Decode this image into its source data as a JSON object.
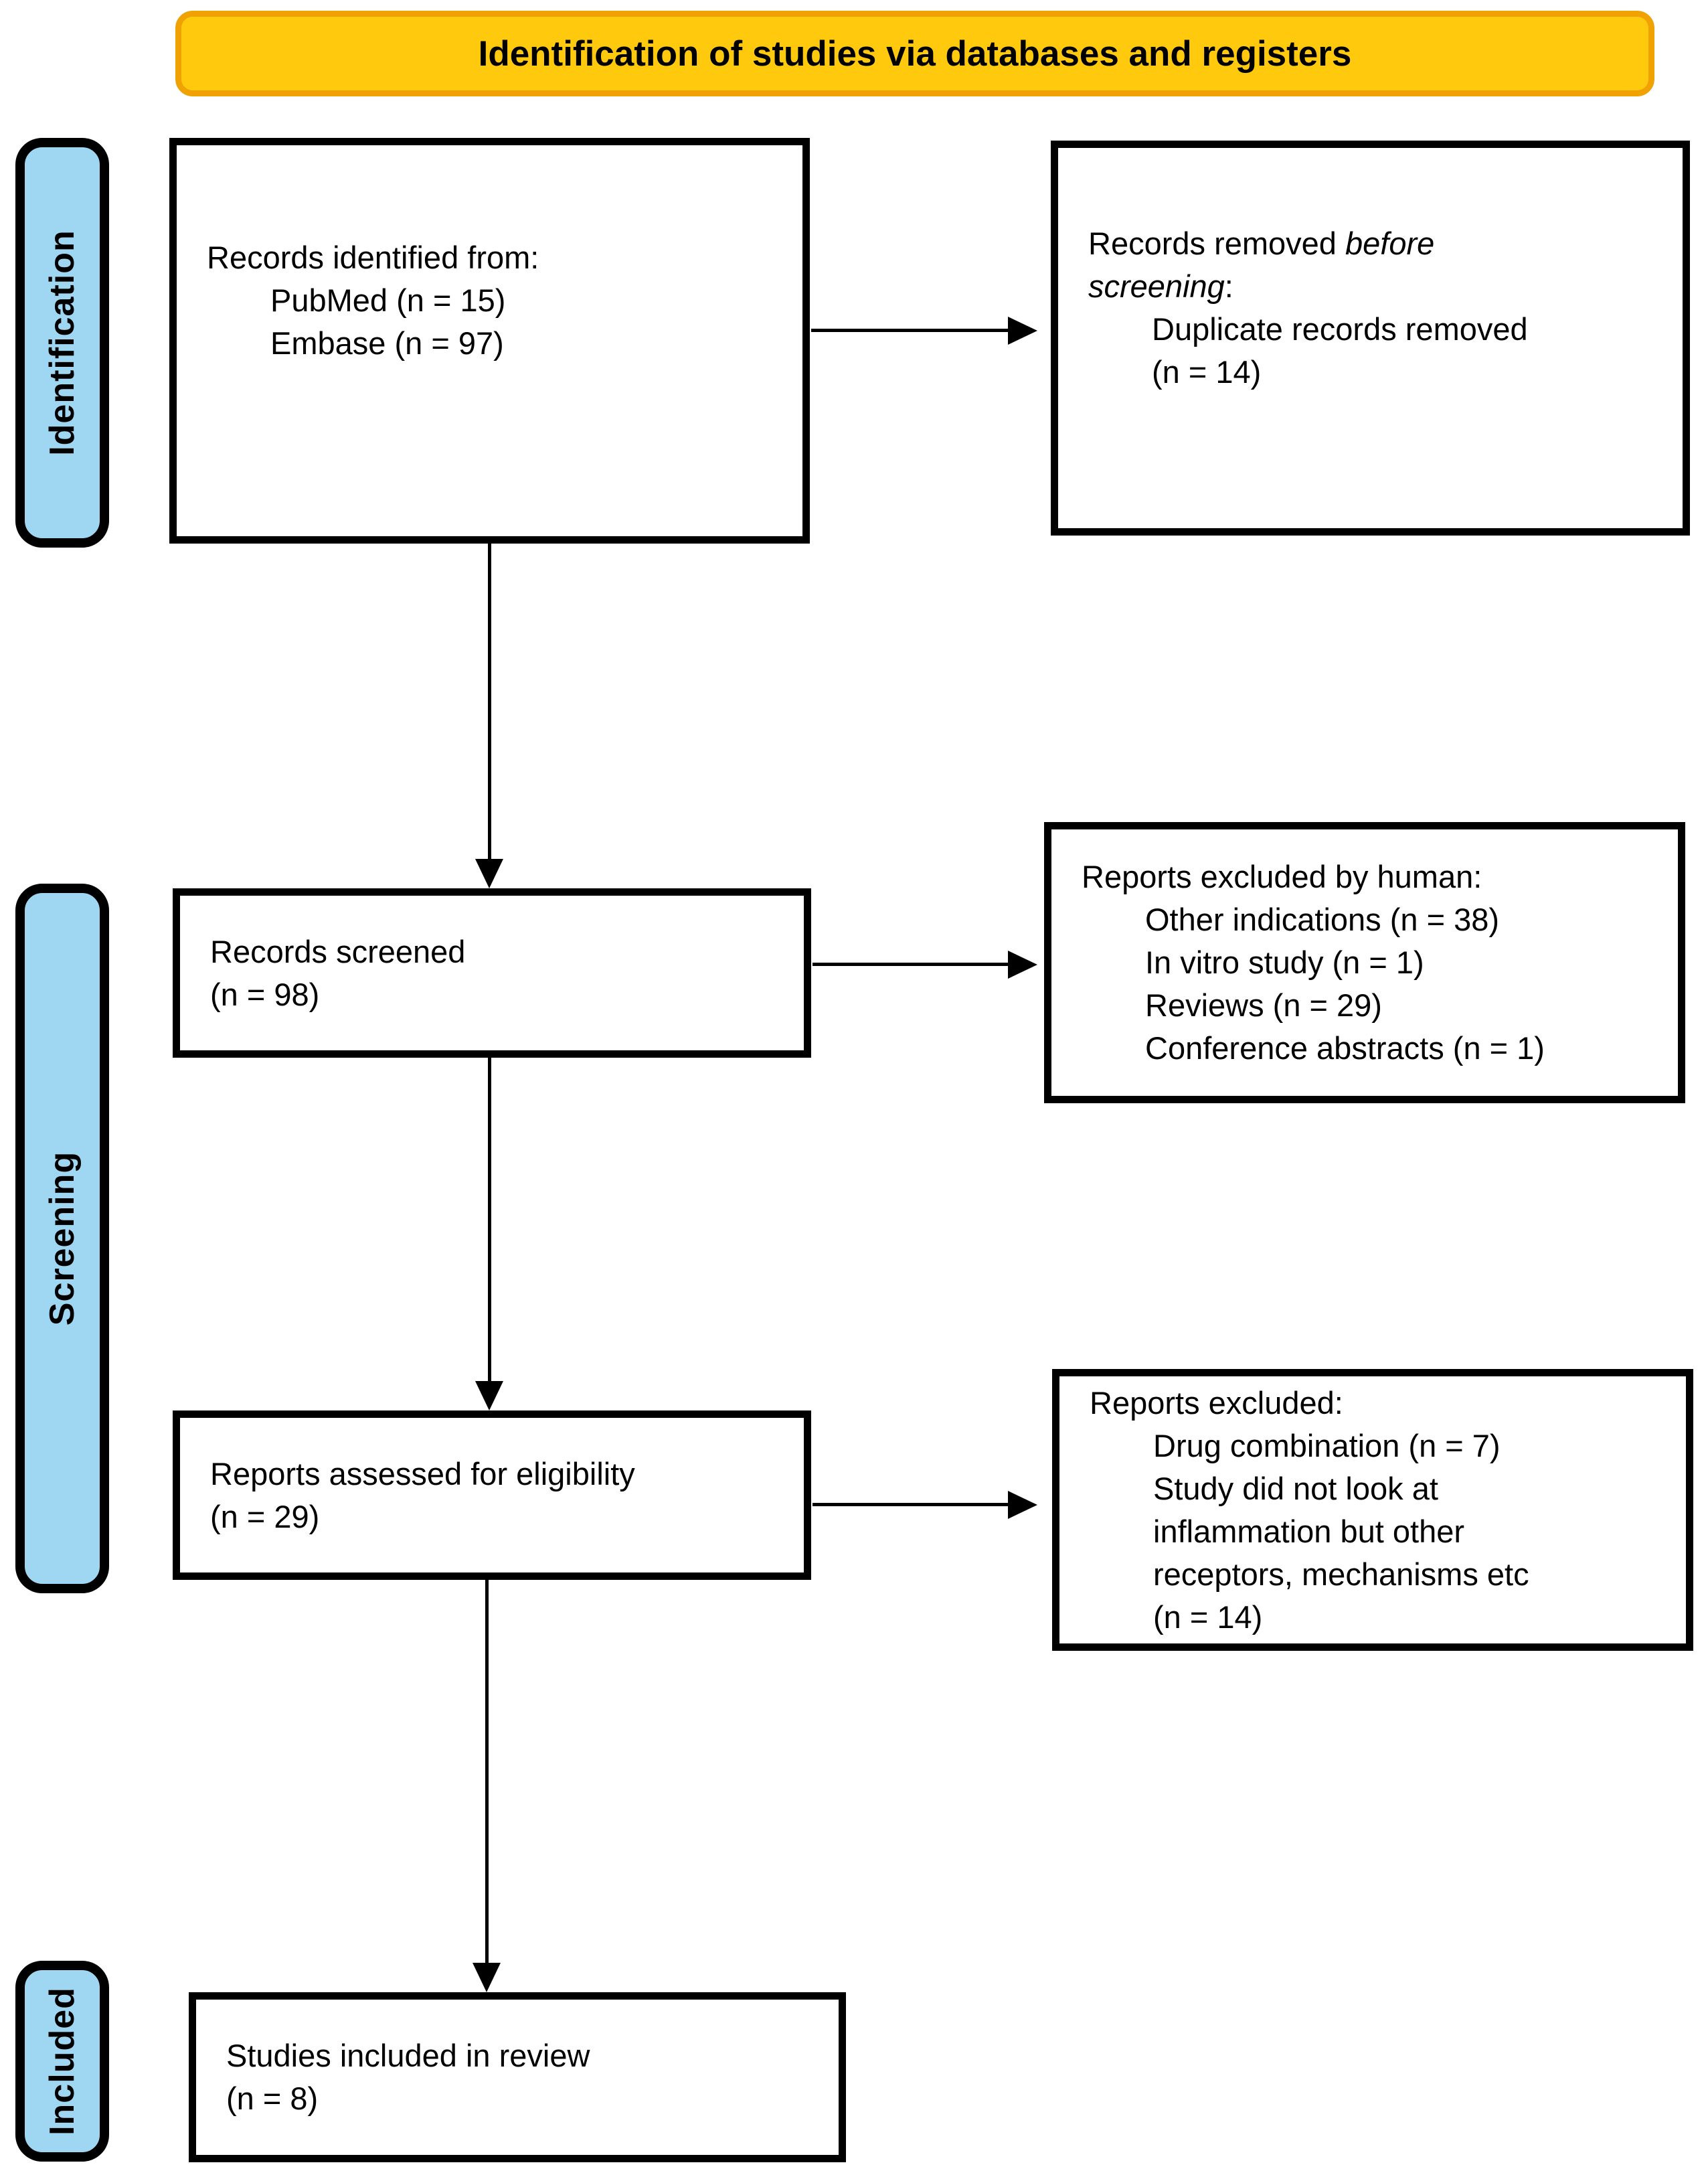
{
  "banner": {
    "title": "Identification of studies via databases and registers"
  },
  "sidebar": {
    "identification": "Identification",
    "screening": "Screening",
    "included": "Included"
  },
  "boxes": {
    "records_identified": {
      "title": "Records identified from:",
      "items": [
        "PubMed (n = 15)",
        "Embase (n = 97)"
      ]
    },
    "records_removed": {
      "line1_regular": "Records removed ",
      "line1_italic": "before",
      "line2_italic": "screening",
      "line2_regular": ":",
      "items": [
        "Duplicate records removed",
        "(n = 14)"
      ]
    },
    "records_screened": {
      "lines": [
        "Records screened",
        "(n = 98)"
      ]
    },
    "reports_excluded_human": {
      "title": "Reports excluded by human:",
      "items": [
        "Other indications (n = 38)",
        "In vitro study (n = 1)",
        "Reviews (n = 29)",
        "Conference abstracts (n = 1)"
      ]
    },
    "reports_assessed": {
      "lines": [
        "Reports assessed for eligibility",
        "(n = 29)"
      ]
    },
    "reports_excluded": {
      "title": "Reports excluded:",
      "items": [
        "Drug combination (n = 7)",
        "Study did not look at",
        "inflammation but other",
        "receptors, mechanisms etc",
        "(n = 14)"
      ]
    },
    "studies_included": {
      "lines": [
        "Studies included in review",
        "(n = 8)"
      ]
    }
  },
  "colors": {
    "banner_fill": "#ffc90e",
    "banner_border": "#f0a202",
    "sidebar_fill": "#9fd7f2",
    "line_color": "#000000",
    "box_bg": "#ffffff"
  }
}
